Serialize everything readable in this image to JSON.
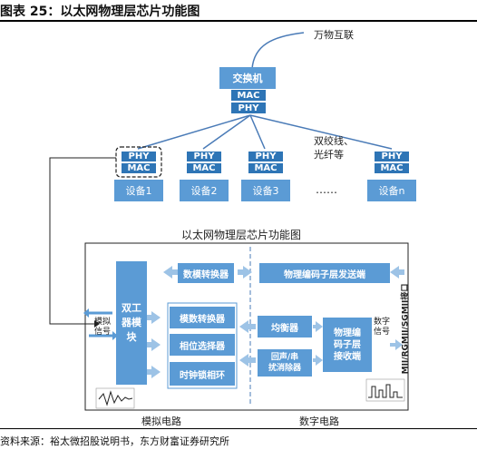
{
  "title": "图表 25：以太网物理层芯片功能图",
  "top": {
    "internet": "万物互联",
    "switch": "交换机",
    "mac": "MAC",
    "phy": "PHY",
    "cable": "双绞线、\n光纤等",
    "ellipsis": "……",
    "devices": [
      "设备1",
      "设备2",
      "设备3",
      "设备n"
    ]
  },
  "chip": {
    "title": "以太网物理层芯片功能图",
    "duplex": "双工\n器模\n块",
    "dac": "数模转换器",
    "pcs_tx": "物理编码子层发送端",
    "adc": "模数转换器",
    "phase": "相位选择器",
    "pll": "时钟锁相环",
    "eq": "均衡器",
    "echo": "回声/串\n扰消除器",
    "pcs_rx": "物理编\n码子层\n接收端",
    "analog_in": "模拟\n信号",
    "digital_out": "数字\n信号",
    "interface": "MII/RGMII/SGMII接口",
    "analog_circuit": "模拟电路",
    "digital_circuit": "数字电路"
  },
  "source": "资料来源：裕太微招股说明书，东方财富证券研究所",
  "colors": {
    "box": "#5b9bd5",
    "tag": "#2e75b6",
    "line": "#4a7bb7"
  }
}
